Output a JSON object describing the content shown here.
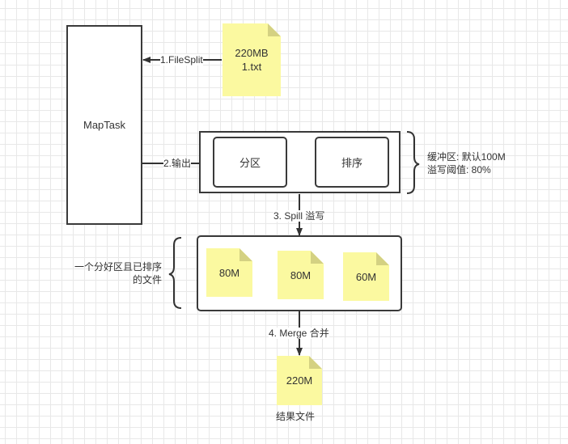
{
  "nodes": {
    "maptask": "MapTask",
    "input_file": {
      "size": "220MB",
      "name": "1.txt"
    },
    "partition": "分区",
    "sort": "排序",
    "spill_files": [
      "80M",
      "80M",
      "60M"
    ],
    "result_file": "220M",
    "result_caption": "结果文件"
  },
  "edges": {
    "filesplit": "1.FileSplit",
    "output": "2.输出",
    "spill": "3. Spill 溢写",
    "merge": "4. Merge 合并"
  },
  "annotations": {
    "buffer_line1": "缓冲区: 默认100M",
    "buffer_line2": "溢写阈值: 80%",
    "spill_desc_line1": "一个分好区且已排序",
    "spill_desc_line2": "的文件"
  },
  "colors": {
    "note_fill": "#fbf9a0",
    "note_fold": "#d4d182",
    "stroke": "#3a3a3a"
  }
}
